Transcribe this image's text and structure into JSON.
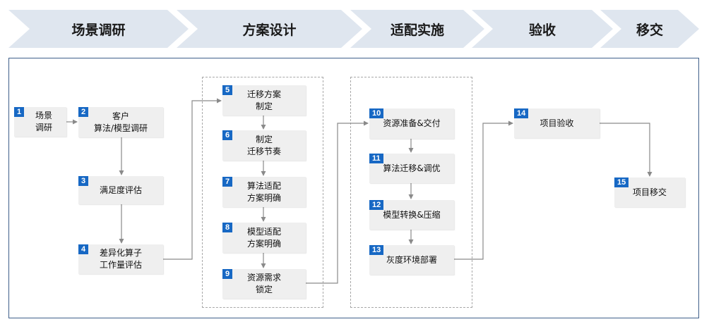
{
  "stages": [
    "场景调研",
    "方案设计",
    "适配实施",
    "验收",
    "移交"
  ],
  "steps": [
    {
      "num": "1",
      "lines": [
        "场景",
        "调研"
      ]
    },
    {
      "num": "2",
      "lines": [
        "客户",
        "算法/模型调研"
      ]
    },
    {
      "num": "3",
      "lines": [
        "满足度评估"
      ]
    },
    {
      "num": "4",
      "lines": [
        "差异化算子",
        "工作量评估"
      ]
    },
    {
      "num": "5",
      "lines": [
        "迁移方案",
        "制定"
      ]
    },
    {
      "num": "6",
      "lines": [
        "制定",
        "迁移节奏"
      ]
    },
    {
      "num": "7",
      "lines": [
        "算法适配",
        "方案明确"
      ]
    },
    {
      "num": "8",
      "lines": [
        "模型适配",
        "方案明确"
      ]
    },
    {
      "num": "9",
      "lines": [
        "资源需求",
        "锁定"
      ]
    },
    {
      "num": "10",
      "lines": [
        "资源准备&交付"
      ]
    },
    {
      "num": "11",
      "lines": [
        "算法迁移&调优"
      ]
    },
    {
      "num": "12",
      "lines": [
        "模型转换&压缩"
      ]
    },
    {
      "num": "13",
      "lines": [
        "灰度环境部署"
      ]
    },
    {
      "num": "14",
      "lines": [
        "项目验收"
      ]
    },
    {
      "num": "15",
      "lines": [
        "项目移交"
      ]
    }
  ],
  "colors": {
    "accent": "#1768c4",
    "stage_fill": "#dfe6ef",
    "step_fill": "#efefef",
    "frame": "#3f5f8a"
  }
}
